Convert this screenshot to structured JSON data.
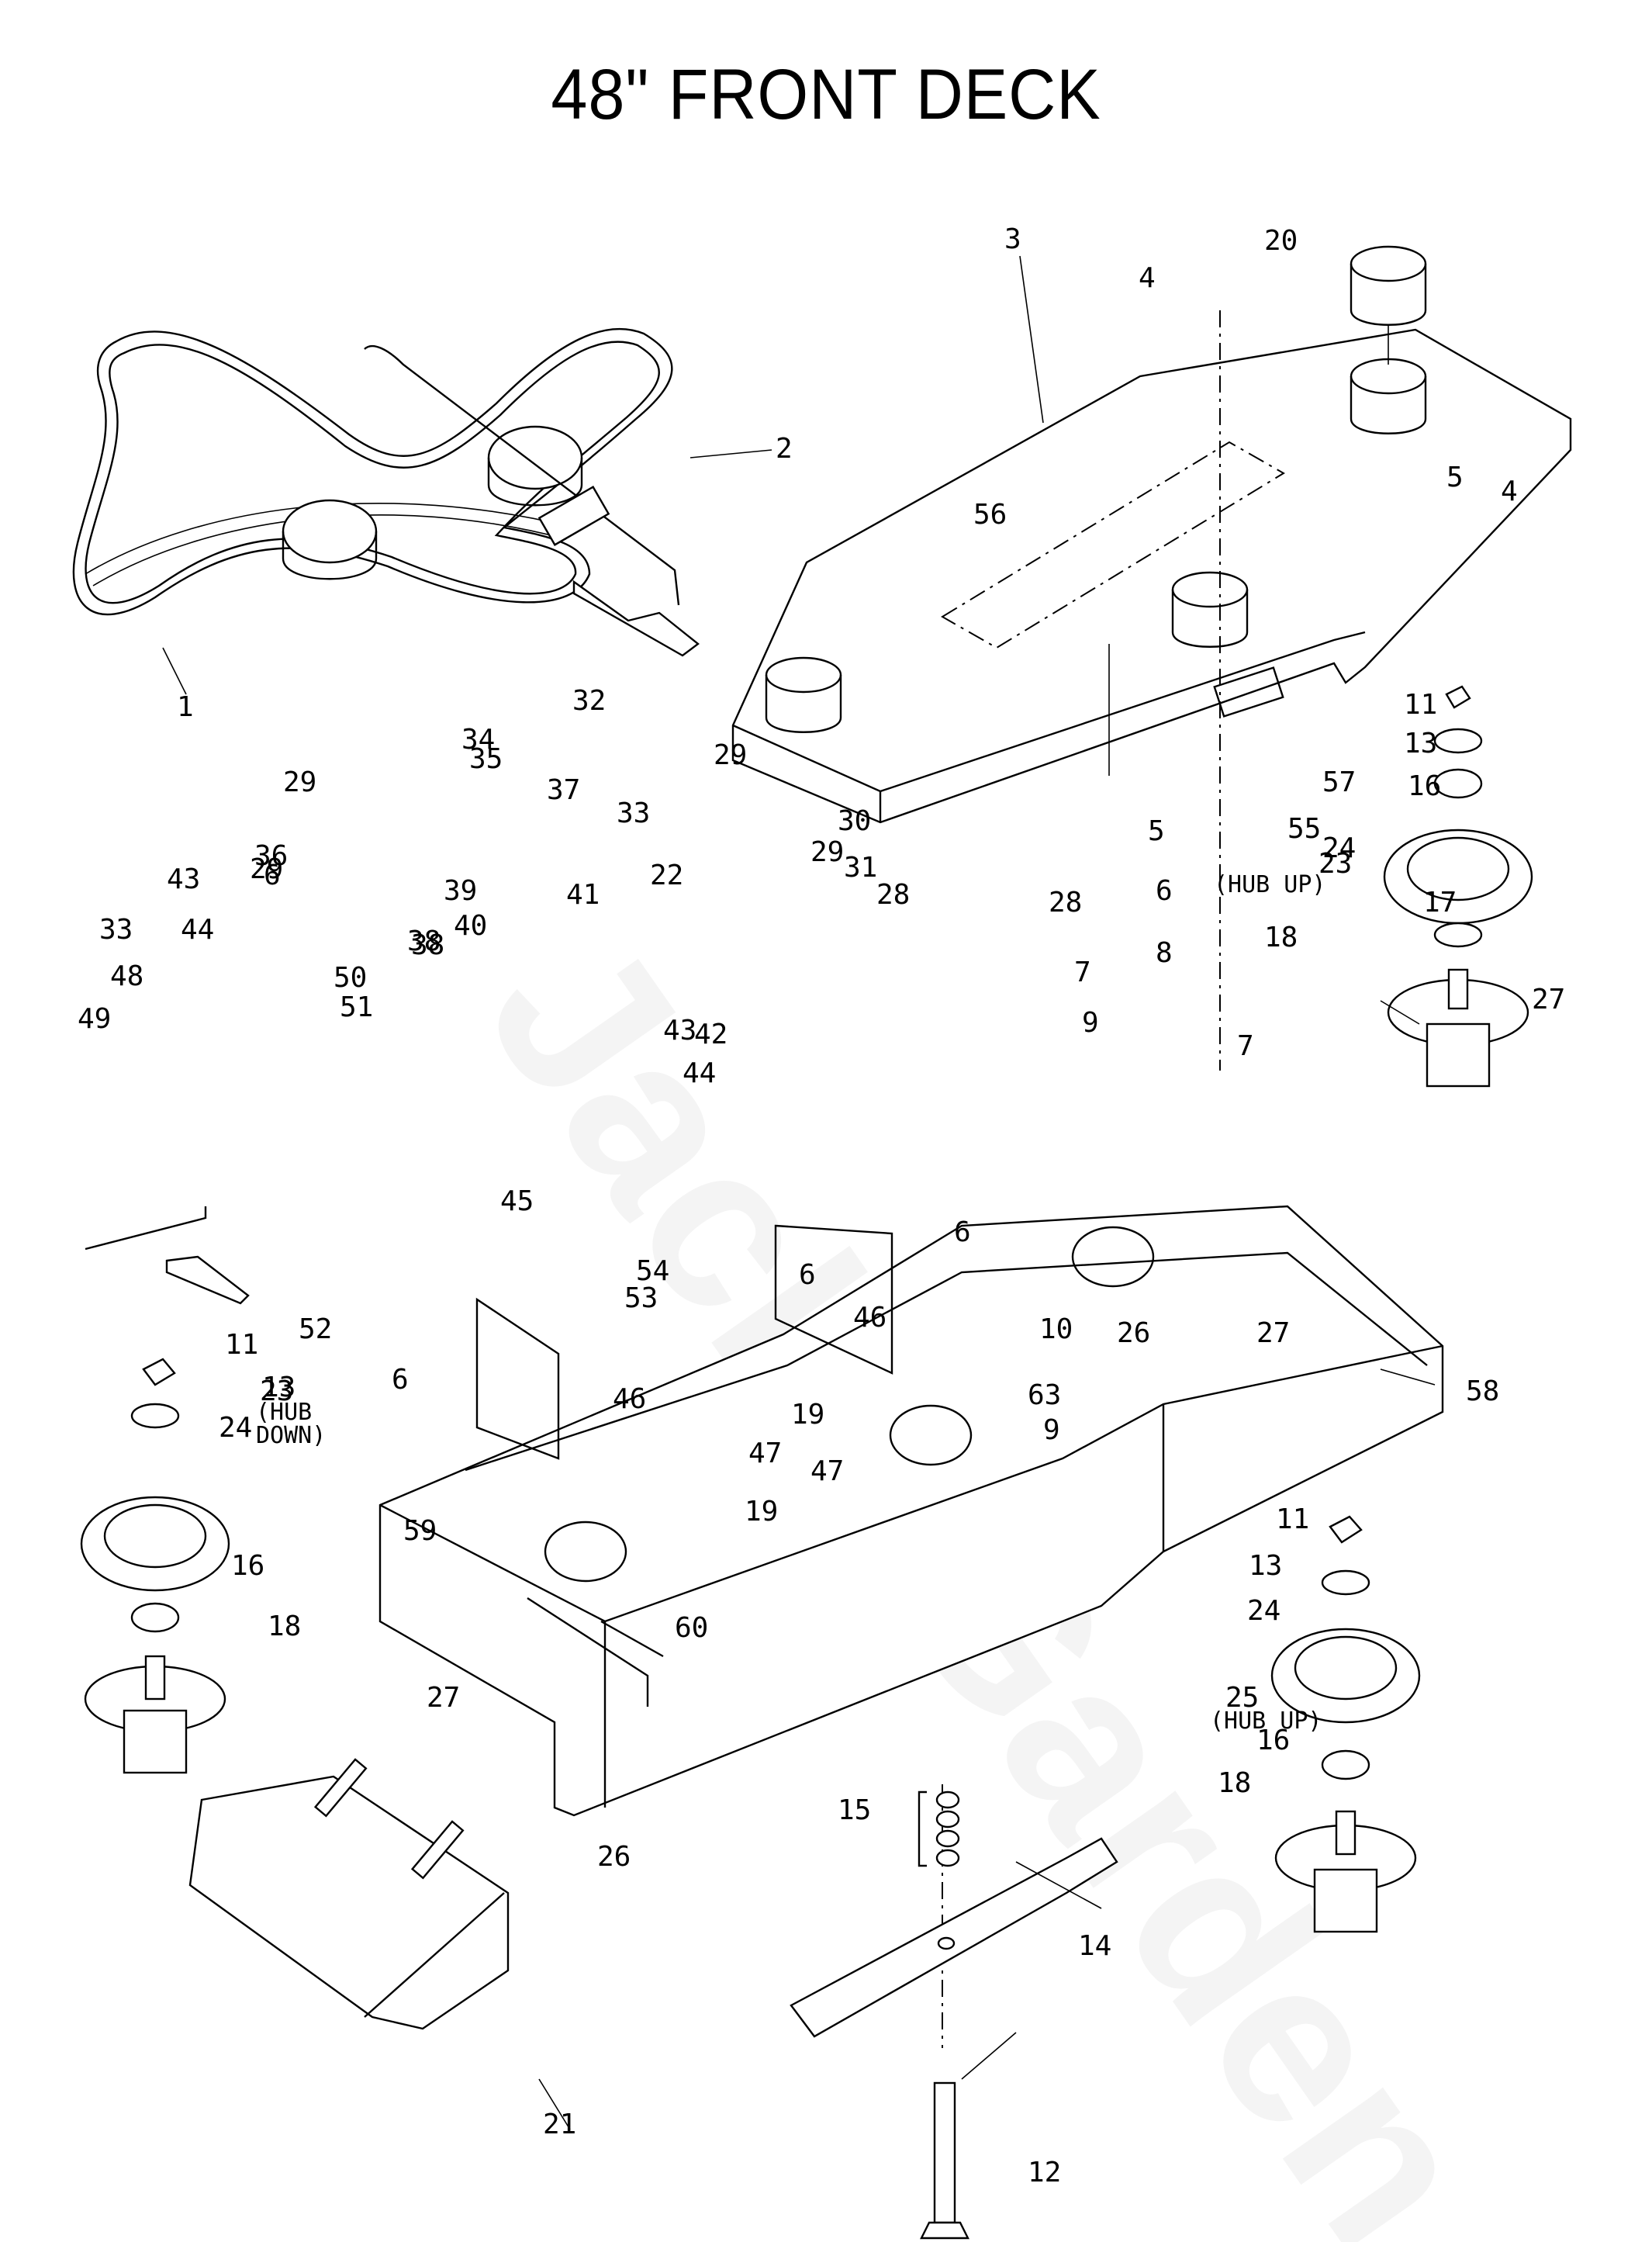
{
  "title": "48\" FRONT DECK",
  "watermark": "Jacks Garden",
  "callouts": [
    {
      "id": "c1",
      "label": "1"
    },
    {
      "id": "c2",
      "label": "2"
    },
    {
      "id": "c3",
      "label": "3"
    },
    {
      "id": "c4a",
      "label": "4"
    },
    {
      "id": "c4b",
      "label": "4"
    },
    {
      "id": "c5a",
      "label": "5"
    },
    {
      "id": "c5b",
      "label": "5"
    },
    {
      "id": "c6a",
      "label": "6"
    },
    {
      "id": "c6b",
      "label": "6"
    },
    {
      "id": "c6c",
      "label": "6"
    },
    {
      "id": "c6d",
      "label": "6"
    },
    {
      "id": "c6e",
      "label": "6"
    },
    {
      "id": "c7a",
      "label": "7"
    },
    {
      "id": "c7b",
      "label": "7"
    },
    {
      "id": "c8",
      "label": "8"
    },
    {
      "id": "c9a",
      "label": "9"
    },
    {
      "id": "c9b",
      "label": "9"
    },
    {
      "id": "c10",
      "label": "10"
    },
    {
      "id": "c11a",
      "label": "11"
    },
    {
      "id": "c11b",
      "label": "11"
    },
    {
      "id": "c11c",
      "label": "11"
    },
    {
      "id": "c12",
      "label": "12"
    },
    {
      "id": "c13a",
      "label": "13"
    },
    {
      "id": "c13b",
      "label": "13"
    },
    {
      "id": "c13c",
      "label": "13"
    },
    {
      "id": "c14",
      "label": "14"
    },
    {
      "id": "c15",
      "label": "15"
    },
    {
      "id": "c16a",
      "label": "16"
    },
    {
      "id": "c16b",
      "label": "16"
    },
    {
      "id": "c16c",
      "label": "16"
    },
    {
      "id": "c17",
      "label": "17"
    },
    {
      "id": "c18a",
      "label": "18"
    },
    {
      "id": "c18b",
      "label": "18"
    },
    {
      "id": "c18c",
      "label": "18"
    },
    {
      "id": "c19a",
      "label": "19"
    },
    {
      "id": "c19b",
      "label": "19"
    },
    {
      "id": "c20",
      "label": "20"
    },
    {
      "id": "c21",
      "label": "21"
    },
    {
      "id": "c22",
      "label": "22"
    },
    {
      "id": "c23a",
      "label": "23"
    },
    {
      "id": "c23b",
      "label": "23"
    },
    {
      "id": "c24a",
      "label": "24"
    },
    {
      "id": "c24b",
      "label": "24"
    },
    {
      "id": "c24c",
      "label": "24"
    },
    {
      "id": "c25",
      "label": "25"
    },
    {
      "id": "c26a",
      "label": "26"
    },
    {
      "id": "c26b",
      "label": "26"
    },
    {
      "id": "c27a",
      "label": "27"
    },
    {
      "id": "c27b",
      "label": "27"
    },
    {
      "id": "c27c",
      "label": "27"
    },
    {
      "id": "c28a",
      "label": "28"
    },
    {
      "id": "c28b",
      "label": "28"
    },
    {
      "id": "c29a",
      "label": "29"
    },
    {
      "id": "c29b",
      "label": "29"
    },
    {
      "id": "c29c",
      "label": "29"
    },
    {
      "id": "c29d",
      "label": "29"
    },
    {
      "id": "c30",
      "label": "30"
    },
    {
      "id": "c31",
      "label": "31"
    },
    {
      "id": "c32",
      "label": "32"
    },
    {
      "id": "c33a",
      "label": "33"
    },
    {
      "id": "c33b",
      "label": "33"
    },
    {
      "id": "c34",
      "label": "34"
    },
    {
      "id": "c35",
      "label": "35"
    },
    {
      "id": "c36",
      "label": "36"
    },
    {
      "id": "c37",
      "label": "37"
    },
    {
      "id": "c38a",
      "label": "38"
    },
    {
      "id": "c38b",
      "label": "38"
    },
    {
      "id": "c39",
      "label": "39"
    },
    {
      "id": "c40",
      "label": "40"
    },
    {
      "id": "c41",
      "label": "41"
    },
    {
      "id": "c42",
      "label": "42"
    },
    {
      "id": "c43a",
      "label": "43"
    },
    {
      "id": "c43b",
      "label": "43"
    },
    {
      "id": "c44a",
      "label": "44"
    },
    {
      "id": "c44b",
      "label": "44"
    },
    {
      "id": "c45",
      "label": "45"
    },
    {
      "id": "c46a",
      "label": "46"
    },
    {
      "id": "c46b",
      "label": "46"
    },
    {
      "id": "c47a",
      "label": "47"
    },
    {
      "id": "c47b",
      "label": "47"
    },
    {
      "id": "c48",
      "label": "48"
    },
    {
      "id": "c49",
      "label": "49"
    },
    {
      "id": "c50",
      "label": "50"
    },
    {
      "id": "c51",
      "label": "51"
    },
    {
      "id": "c52",
      "label": "52"
    },
    {
      "id": "c53",
      "label": "53"
    },
    {
      "id": "c54",
      "label": "54"
    },
    {
      "id": "c55",
      "label": "55"
    },
    {
      "id": "c56",
      "label": "56"
    },
    {
      "id": "c57",
      "label": "57"
    },
    {
      "id": "c58",
      "label": "58"
    },
    {
      "id": "c59",
      "label": "59"
    },
    {
      "id": "c60",
      "label": "60"
    },
    {
      "id": "c63",
      "label": "63"
    }
  ],
  "notes": {
    "hub_up_right": "(HUB UP)",
    "hub_down_left_1": "(HUB",
    "hub_down_left_2": "DOWN)",
    "hub_up_bottom": "(HUB UP)"
  }
}
